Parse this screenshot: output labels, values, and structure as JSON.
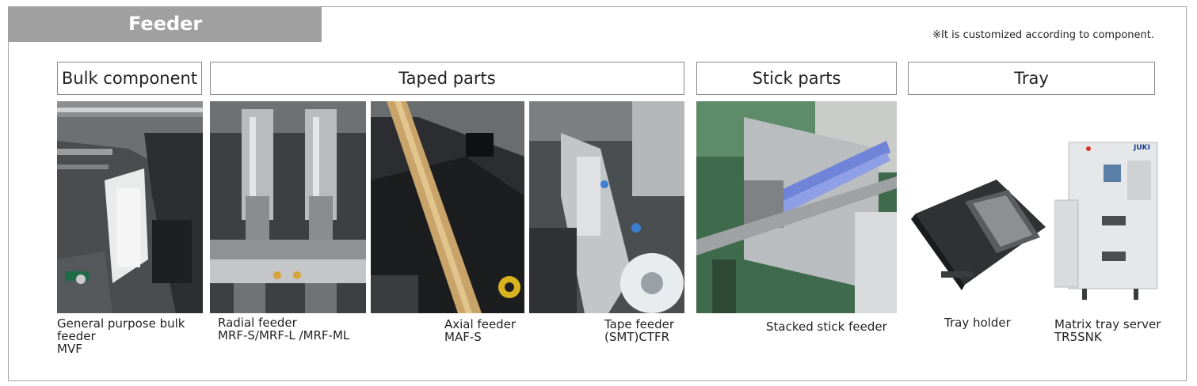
{
  "header": {
    "title": "Feeder",
    "note": "※It is customized according to component."
  },
  "categories": [
    {
      "label": "Bulk component"
    },
    {
      "label": "Taped parts"
    },
    {
      "label": "Stick parts"
    },
    {
      "label": "Tray"
    }
  ],
  "items": [
    {
      "lines": [
        "General purpose bulk",
        "feeder",
        "MVF"
      ]
    },
    {
      "lines": [
        "Radial feeder",
        "MRF-S/MRF-L /MRF-ML"
      ]
    },
    {
      "lines": [
        "Axial feeder",
        "MAF-S"
      ]
    },
    {
      "lines": [
        "Tape feeder",
        "(SMT)CTFR"
      ]
    },
    {
      "lines": [
        "Stacked stick feeder"
      ]
    },
    {
      "lines": [
        "Tray holder"
      ]
    },
    {
      "lines": [
        "Matrix tray server",
        "TR5SNK"
      ]
    }
  ],
  "logo_text": "JUKI"
}
